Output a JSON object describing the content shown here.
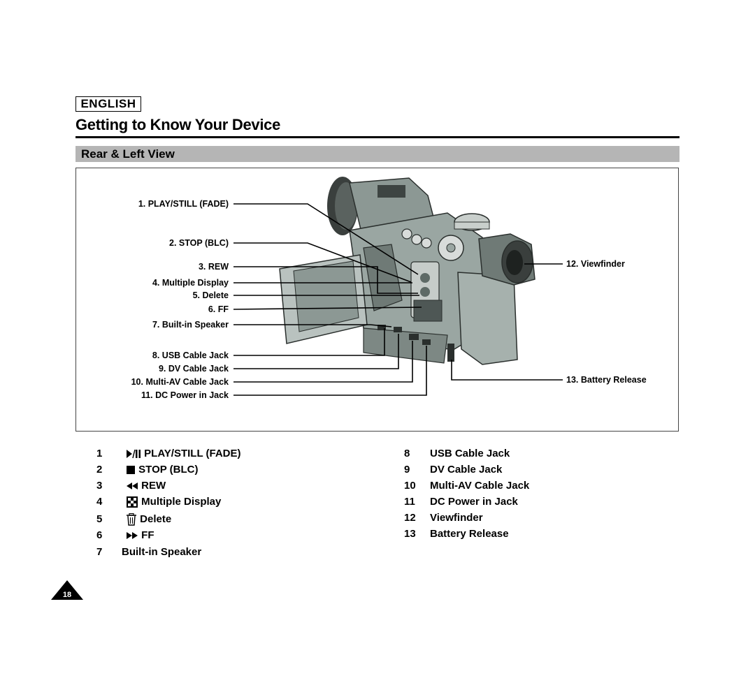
{
  "header": {
    "language": "ENGLISH",
    "title": "Getting to Know Your Device"
  },
  "section": {
    "title": "Rear & Left View"
  },
  "callouts_left": [
    {
      "text": "1.  PLAY/STILL (FADE)"
    },
    {
      "text": "2.  STOP (BLC)"
    },
    {
      "text": "3.  REW"
    },
    {
      "text": "4.  Multiple Display"
    },
    {
      "text": "5.  Delete"
    },
    {
      "text": "6.  FF"
    },
    {
      "text": "7. Built-in Speaker"
    },
    {
      "text": "8. USB Cable Jack"
    },
    {
      "text": "9. DV Cable Jack"
    },
    {
      "text": "10. Multi-AV Cable Jack"
    },
    {
      "text": "11. DC Power in Jack"
    }
  ],
  "callouts_right": [
    {
      "text": "12. Viewfinder"
    },
    {
      "text": "13. Battery Release"
    }
  ],
  "list_left": [
    {
      "num": "1",
      "label": "PLAY/STILL (FADE)",
      "icon": "play-pause-icon"
    },
    {
      "num": "2",
      "label": "STOP (BLC)",
      "icon": "stop-icon"
    },
    {
      "num": "3",
      "label": "REW",
      "icon": "rewind-icon"
    },
    {
      "num": "4",
      "label": "Multiple Display",
      "icon": "multi-display-icon"
    },
    {
      "num": "5",
      "label": "Delete",
      "icon": "trash-icon"
    },
    {
      "num": "6",
      "label": "FF",
      "icon": "fast-forward-icon"
    },
    {
      "num": "7",
      "label": "Built-in Speaker",
      "icon": ""
    }
  ],
  "list_right": [
    {
      "num": "8",
      "label": "USB Cable Jack"
    },
    {
      "num": "9",
      "label": "DV Cable Jack"
    },
    {
      "num": "10",
      "label": "Multi-AV Cable Jack"
    },
    {
      "num": "11",
      "label": "DC Power in Jack"
    },
    {
      "num": "12",
      "label": "Viewfinder"
    },
    {
      "num": "13",
      "label": "Battery Release"
    }
  ],
  "page_number": "18",
  "colors": {
    "section_bar": "#b5b5b5",
    "camera_body": "#9aa6a2",
    "camera_dark": "#5e6a66"
  }
}
